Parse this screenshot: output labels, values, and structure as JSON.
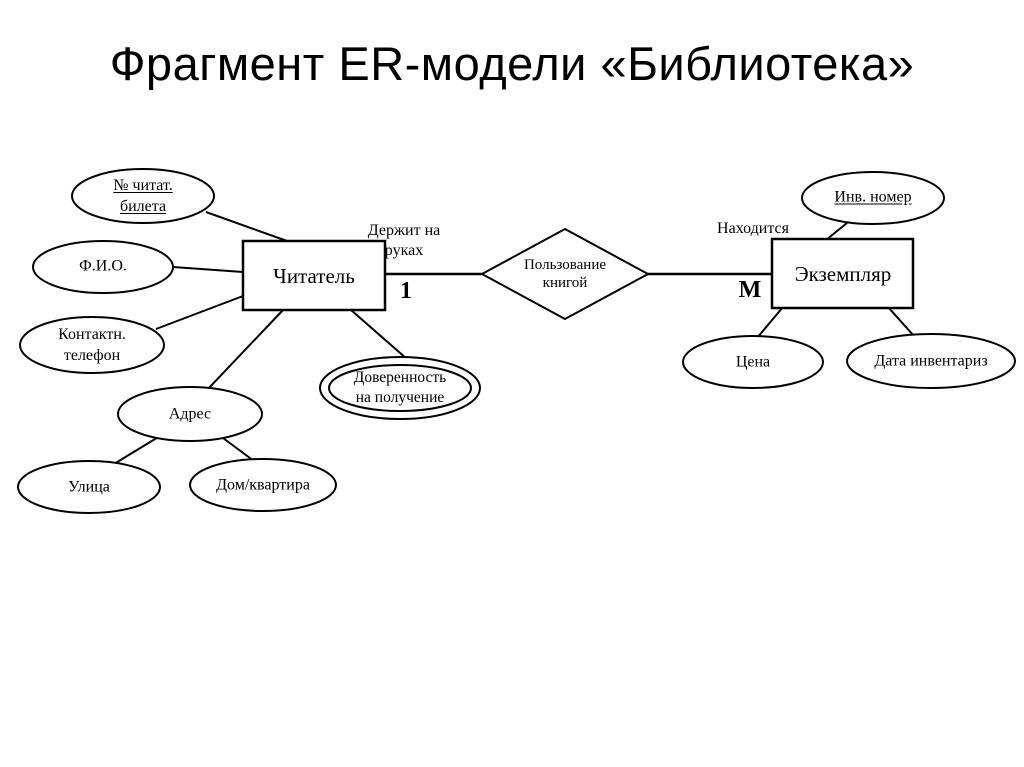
{
  "title": "Фрагмент ER-модели «Библиотека»",
  "colors": {
    "ink": "#000000",
    "background": "#ffffff"
  },
  "diagram": {
    "entities": {
      "reader": {
        "label": "Читатель"
      },
      "copy": {
        "label": "Экземпляр"
      }
    },
    "relationship": {
      "name": {
        "line1": "Пользование",
        "line2": "книгой"
      },
      "reader_role": {
        "line1": "Держит на",
        "line2": "руках",
        "cardinality": "1"
      },
      "copy_role": {
        "label": "Находится",
        "cardinality": "М"
      }
    },
    "attributes": {
      "card_no": {
        "line1": "№ читат.",
        "line2": "билета",
        "key": true
      },
      "fio": {
        "line1": "Ф.И.О."
      },
      "phone": {
        "line1": "Контактн.",
        "line2": "телефон"
      },
      "address": {
        "line1": "Адрес"
      },
      "street": {
        "line1": "Улица"
      },
      "house": {
        "line1": "Дом/квартира"
      },
      "attorney": {
        "line1": "Доверенность",
        "line2": "на получение",
        "multivalued": true
      },
      "inv_no": {
        "line1": "Инв. номер",
        "key": true
      },
      "price": {
        "line1": "Цена"
      },
      "inv_date": {
        "line1": "Дата инвентариз"
      }
    }
  }
}
